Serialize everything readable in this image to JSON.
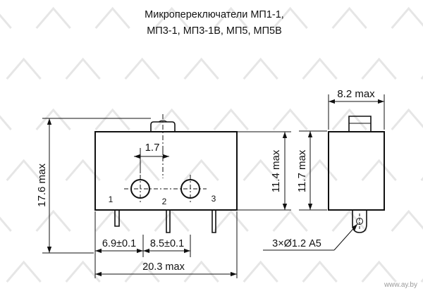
{
  "title": {
    "line1": "Микропереключатели МП1-1,",
    "line2": "МП3-1, МП3-1В, МП5, МП5В"
  },
  "dimensions": {
    "overall_height": "17.6 max",
    "pin_spacing_1": "1.7",
    "body_height": "11.4 max",
    "body_height_side": "11.7 max",
    "depth": "8.2 max",
    "pitch_1": "6.9±0.1",
    "pitch_2": "8.5±0.1",
    "overall_width": "20.3 max",
    "hole_spec": "3×Ø1.2 А5"
  },
  "pins": {
    "pin1": "1",
    "pin2": "2",
    "pin3": "3"
  },
  "credit": "www.ay.by",
  "colors": {
    "line": "#111111",
    "watermark": "#e6e6e6"
  }
}
